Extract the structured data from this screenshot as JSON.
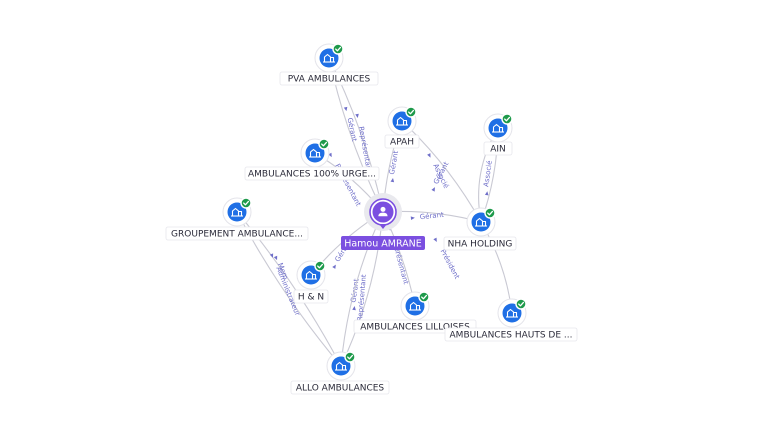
{
  "center": {
    "name": "Hamou AMRANE",
    "icon": "person-icon"
  },
  "companies": [
    {
      "id": "pva",
      "label": "PVA AMBULANCES",
      "icon": "building-icon",
      "verified": true
    },
    {
      "id": "apah",
      "label": "APAH",
      "icon": "building-icon",
      "verified": true
    },
    {
      "id": "ain",
      "label": "AIN",
      "icon": "building-icon",
      "verified": true
    },
    {
      "id": "urge",
      "label": "AMBULANCES 100% URGE...",
      "icon": "building-icon",
      "verified": true
    },
    {
      "id": "groupement",
      "label": "GROUPEMENT AMBULANCE...",
      "icon": "building-icon",
      "verified": true
    },
    {
      "id": "nha",
      "label": "NHA HOLDING",
      "icon": "building-icon",
      "verified": true
    },
    {
      "id": "hn",
      "label": "H & N",
      "icon": "building-icon",
      "verified": true
    },
    {
      "id": "lilloises",
      "label": "AMBULANCES LILLOISES",
      "icon": "building-icon",
      "verified": true
    },
    {
      "id": "hauts",
      "label": "AMBULANCES HAUTS DE ...",
      "icon": "building-icon",
      "verified": true
    },
    {
      "id": "allo",
      "label": "ALLO AMBULANCES",
      "icon": "building-icon",
      "verified": true
    }
  ],
  "relations": [
    {
      "from": "center",
      "to": "pva",
      "label": "Gérant"
    },
    {
      "from": "center",
      "to": "pva",
      "label": "Représentant"
    },
    {
      "from": "center",
      "to": "apah",
      "label": "Gérant"
    },
    {
      "from": "center",
      "to": "urge",
      "label": "Représentant"
    },
    {
      "from": "center",
      "to": "nha",
      "label": "Gérant"
    },
    {
      "from": "center",
      "to": "hn",
      "label": "Gérant"
    },
    {
      "from": "center",
      "to": "lilloises",
      "label": "Représentant"
    },
    {
      "from": "center",
      "to": "allo",
      "label": "Gérant"
    },
    {
      "from": "center",
      "to": "allo",
      "label": "Représentant"
    },
    {
      "from": "nha",
      "to": "apah",
      "label": "Associé"
    },
    {
      "from": "nha",
      "to": "ain",
      "label": "Gérant"
    },
    {
      "from": "nha",
      "to": "ain",
      "label": "Associé"
    },
    {
      "from": "nha",
      "to": "hauts",
      "label": "Président"
    },
    {
      "from": "groupement",
      "to": "allo",
      "label": "Mem"
    },
    {
      "from": "groupement",
      "to": "allo",
      "label": "Administrateur"
    }
  ]
}
